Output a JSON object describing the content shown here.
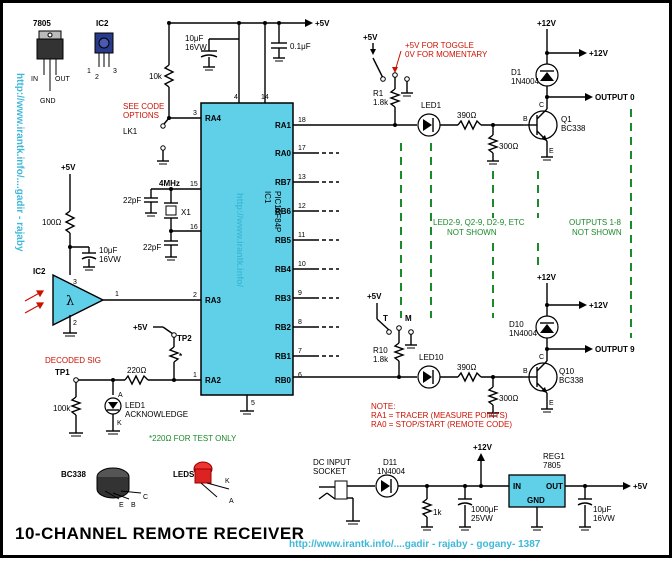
{
  "title": "10-CHANNEL REMOTE RECEIVER",
  "watermarks": {
    "left": "http://www.irantk.info/....gadir - rajaby",
    "ic": "http://www.irantk.info/",
    "bottom": "http://www.irantk.info/....gadir - rajaby - gogany- 1387"
  },
  "colors": {
    "ic_body": "#5fd0e8",
    "wire": "#000000",
    "red_note": "#cc1100",
    "green_note": "#1a8a2a",
    "watermark": "#3fb8d8"
  },
  "regulator_ic": {
    "name": "7805",
    "pins": {
      "in": "IN",
      "gnd": "GND",
      "out": "OUT"
    }
  },
  "sensor_ic": {
    "name": "IC2",
    "pins": [
      "1",
      "2",
      "3"
    ]
  },
  "ic1": {
    "ref": "IC1",
    "part": "PIC16F84P",
    "top_pins": [
      "4",
      "14"
    ],
    "bottom_pin": "5",
    "left_pins": [
      {
        "name": "RA4",
        "num": "3"
      },
      {
        "name": "",
        "num": "15"
      },
      {
        "name": "",
        "num": "16"
      },
      {
        "name": "RA3",
        "num": "2"
      },
      {
        "name": "RA2",
        "num": "1"
      }
    ],
    "right_pins": [
      {
        "name": "RA1",
        "num": "18"
      },
      {
        "name": "RA0",
        "num": "17"
      },
      {
        "name": "RB7",
        "num": "13"
      },
      {
        "name": "RB6",
        "num": "12"
      },
      {
        "name": "RB5",
        "num": "11"
      },
      {
        "name": "RB4",
        "num": "10"
      },
      {
        "name": "RB3",
        "num": "9"
      },
      {
        "name": "RB2",
        "num": "8"
      },
      {
        "name": "RB1",
        "num": "7"
      },
      {
        "name": "RB0",
        "num": "6"
      }
    ]
  },
  "labels": {
    "plus5v": "+5V",
    "plus12v": "+12V",
    "r_10k": "10k",
    "c_10uf_16vw": [
      "10μF",
      "16VW"
    ],
    "c_01uf": "0.1μF",
    "see_code": [
      "SEE CODE",
      "OPTIONS"
    ],
    "lk1": "LK1",
    "mhz": "4MHz",
    "c22pf": "22pF",
    "x1": "X1",
    "r_100": "100Ω",
    "ic2": "IC2",
    "lambda": "λ",
    "tp2": "TP2",
    "decoded_sig": "DECODED SIG",
    "tp1": "TP1",
    "r_220": "220Ω",
    "star": "*",
    "r_100k": "100k",
    "led1_ack": [
      "LED1",
      "ACKNOWLEDGE"
    ],
    "note_220": "*220Ω FOR TEST ONLY",
    "a": "A",
    "k": "K",
    "toggle_note": [
      "+5V FOR TOGGLE",
      "0V FOR MOMENTARY"
    ],
    "r1": [
      "R1",
      "1.8k"
    ],
    "led1": "LED1",
    "r_390": "390Ω",
    "r_300": "300Ω",
    "d1": [
      "D1",
      "1N4004"
    ],
    "q1": [
      "Q1",
      "BC338"
    ],
    "output0": "OUTPUT 0",
    "b": "B",
    "c": "C",
    "e": "E",
    "led_note": [
      "LED2-9, Q2-9, D2-9, ETC",
      "NOT SHOWN"
    ],
    "outputs_note": [
      "OUTPUTS 1-8",
      "NOT SHOWN"
    ],
    "t": "T",
    "m": "M",
    "r10": [
      "R10",
      "1.8k"
    ],
    "led10": "LED10",
    "d10": [
      "D10",
      "1N4004"
    ],
    "q10": [
      "Q10",
      "BC338"
    ],
    "output9": "OUTPUT 9",
    "note": [
      "NOTE:",
      "RA1 = TRACER (MEASURE POINTS)",
      "RA0 = STOP/START (REMOTE CODE)"
    ],
    "bc338": "BC338",
    "leds": "LEDS",
    "dc_input": [
      "DC INPUT",
      "SOCKET"
    ],
    "d11": [
      "D11",
      "1N4004"
    ],
    "r_1k": "1k",
    "c_1000uf": [
      "1000μF",
      "25VW"
    ],
    "reg1": [
      "REG1",
      "7805"
    ],
    "reg_pins": {
      "in": "IN",
      "out": "OUT",
      "gnd": "GND"
    },
    "c_10uf_out": [
      "10μF",
      "16VW"
    ]
  }
}
